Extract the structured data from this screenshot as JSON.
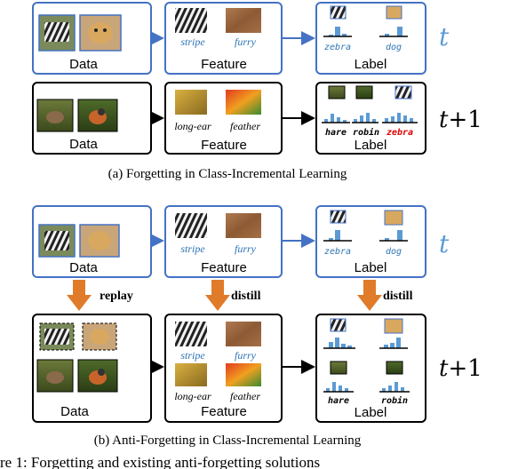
{
  "panel_a": {
    "row_t": {
      "data_label": "Data",
      "feature_label": "Feature",
      "label_label": "Label",
      "features": [
        "stripe",
        "furry"
      ],
      "labels": [
        "zebra",
        "dog"
      ],
      "time": "t"
    },
    "row_t1": {
      "data_label": "Data",
      "feature_label": "Feature",
      "label_label": "Label",
      "features": [
        "long-ear",
        "feather"
      ],
      "labels": [
        "hare",
        "robin",
        "zebra"
      ],
      "time_italic": "t",
      "time_suffix": "+1"
    },
    "caption": "(a) Forgetting in Class-Incremental Learning"
  },
  "panel_b": {
    "row_t": {
      "data_label": "Data",
      "feature_label": "Feature",
      "label_label": "Label",
      "features": [
        "stripe",
        "furry"
      ],
      "labels": [
        "zebra",
        "dog"
      ],
      "time": "t"
    },
    "arrows": {
      "replay": "replay",
      "distill_feature": "distill",
      "distill_label": "distill"
    },
    "row_t1": {
      "data_label": "Data",
      "feature_label": "Feature",
      "label_label": "Label",
      "features_top": [
        "stripe",
        "furry"
      ],
      "features_bottom": [
        "long-ear",
        "feather"
      ],
      "labels": [
        "hare",
        "robin"
      ],
      "time_italic": "t",
      "time_suffix": "+1"
    },
    "caption": "(b) Anti-Forgetting in Class-Incremental Learning"
  },
  "figure_caption": "re 1: Forgetting and existing anti-forgetting solutions",
  "colors": {
    "blue_border": "#4472c4",
    "blue_text": "#2e75b6",
    "orange_arrow": "#e07b2a",
    "red_label": "#e00000"
  }
}
